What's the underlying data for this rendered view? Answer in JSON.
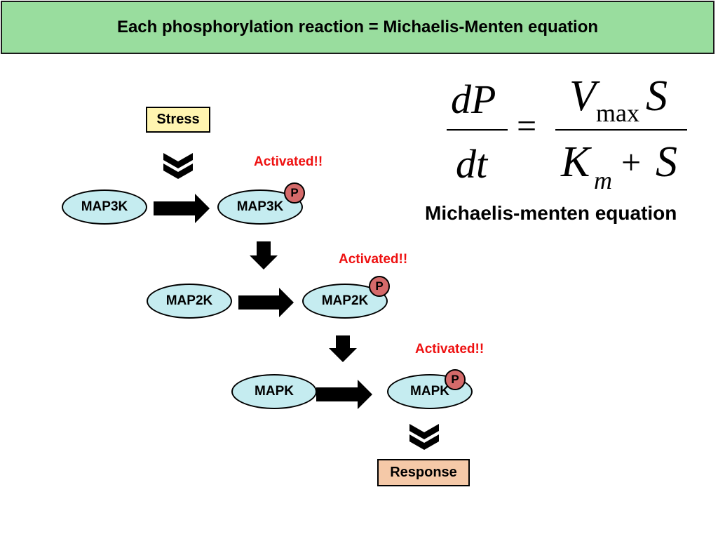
{
  "title": "Each phosphorylation reaction = Michaelis-Menten equation",
  "input_label": "Stress",
  "output_label": "Response",
  "activated_label": "Activated!!",
  "phospho_label": "P",
  "kinases": [
    "MAP3K",
    "MAP2K",
    "MAPK"
  ],
  "equation": {
    "dP": "dP",
    "dt": "dt",
    "equals": "=",
    "V": "V",
    "max": "max",
    "S": "S",
    "K": "K",
    "m": "m",
    "plus": "+",
    "caption": "Michaelis-menten equation"
  },
  "colors": {
    "title_bg": "#99dd9e",
    "stress_bg": "#fff5b0",
    "response_bg": "#f5c9a8",
    "node_fill": "#c5ecf0",
    "phospho_fill": "#d56a6a",
    "activated_text": "#ee1111"
  }
}
